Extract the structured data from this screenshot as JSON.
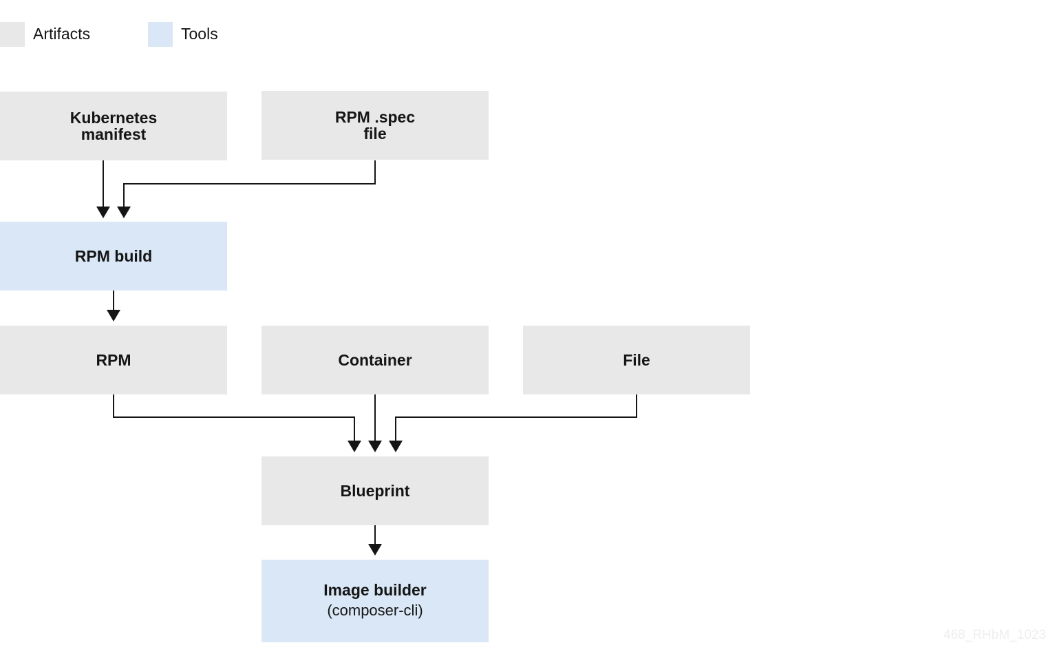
{
  "legend": {
    "artifacts": {
      "label": "Artifacts",
      "color": "#e8e8e8"
    },
    "tools": {
      "label": "Tools",
      "color": "#d9e7f6"
    }
  },
  "nodes": {
    "kubernetes_manifest": {
      "title": "Kubernetes\nmanifest",
      "kind": "artifact"
    },
    "rpm_spec_file": {
      "title": "RPM .spec\nfile",
      "kind": "artifact"
    },
    "rpm_build": {
      "title": "RPM build",
      "kind": "tool"
    },
    "rpm": {
      "title": "RPM",
      "kind": "artifact"
    },
    "container": {
      "title": "Container",
      "kind": "artifact"
    },
    "file": {
      "title": "File",
      "kind": "artifact"
    },
    "blueprint": {
      "title": "Blueprint",
      "kind": "artifact"
    },
    "image_builder": {
      "title": "Image builder",
      "subtitle": "(composer-cli)",
      "kind": "tool"
    }
  },
  "edges": [
    {
      "from": "kubernetes_manifest",
      "to": "rpm_build"
    },
    {
      "from": "rpm_spec_file",
      "to": "rpm_build"
    },
    {
      "from": "rpm_build",
      "to": "rpm"
    },
    {
      "from": "rpm",
      "to": "blueprint"
    },
    {
      "from": "container",
      "to": "blueprint"
    },
    {
      "from": "file",
      "to": "blueprint"
    },
    {
      "from": "blueprint",
      "to": "image_builder"
    }
  ],
  "watermark": "468_RHbM_1023"
}
